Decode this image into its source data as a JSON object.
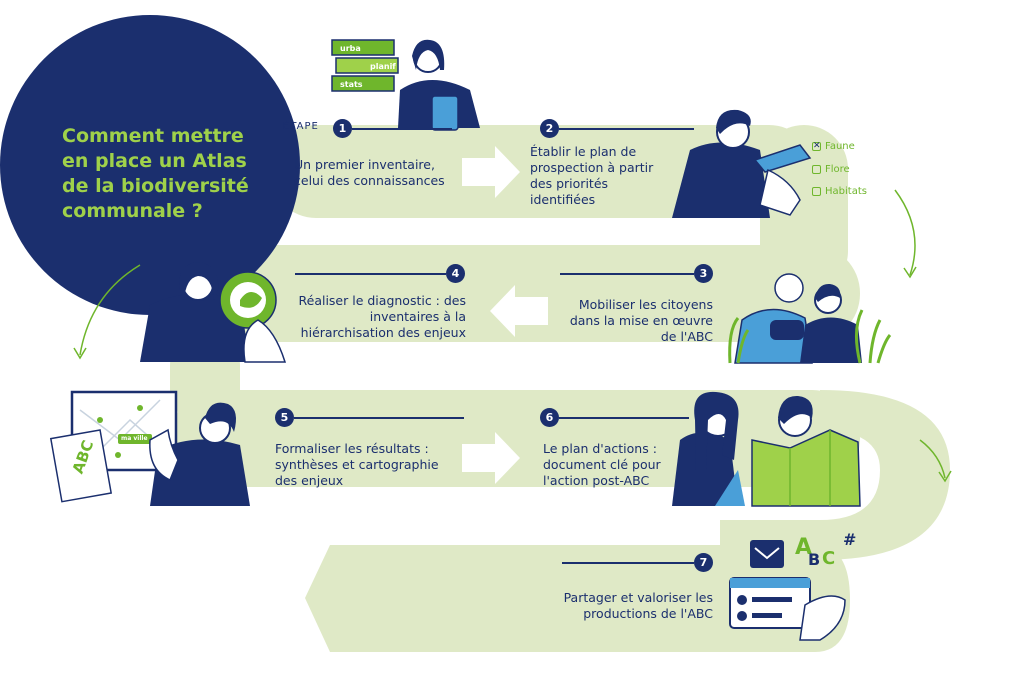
{
  "title": "Comment mettre en place un Atlas de la biodiversité communale ?",
  "etape_label": "ÉTAPE",
  "steps": [
    {
      "num": "1",
      "text": "Un premier inventaire, celui des connaissances"
    },
    {
      "num": "2",
      "text": "Établir le plan de prospection à partir des priorités identifiées"
    },
    {
      "num": "3",
      "text": "Mobiliser les citoyens dans la mise en œuvre de l'ABC"
    },
    {
      "num": "4",
      "text": "Réaliser le diagnostic : des inventaires à la hiérarchisation des enjeux"
    },
    {
      "num": "5",
      "text": "Formaliser les résultats : synthèses et cartographie des enjeux"
    },
    {
      "num": "6",
      "text": "Le plan d'actions : document clé pour l'action post-ABC"
    },
    {
      "num": "7",
      "text": "Partager et valoriser les productions de l'ABC"
    }
  ],
  "checklist": [
    {
      "label": "Faune",
      "checked": true
    },
    {
      "label": "Flore",
      "checked": false
    },
    {
      "label": "Habitats",
      "checked": false
    }
  ],
  "book_labels": [
    "urba",
    "planif",
    "stats"
  ],
  "notebook_label": "ABC",
  "map_label": "ma ville",
  "share_letters": [
    "A",
    "B",
    "C",
    "#"
  ],
  "colors": {
    "navy": "#1b2f6e",
    "green": "#9fd14a",
    "path": "#dfe9c6",
    "accent": "#6fb62c"
  }
}
